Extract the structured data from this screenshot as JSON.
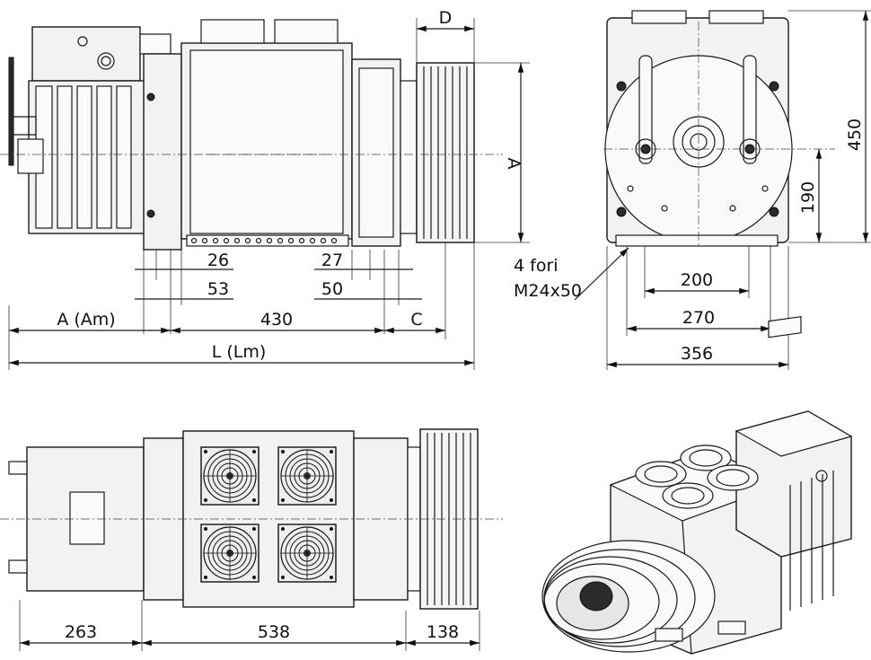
{
  "views": {
    "front": {
      "labels": {
        "d": "D",
        "a": "A",
        "d26": "26",
        "d27": "27",
        "d53": "53",
        "d50": "50",
        "am": "A (Am)",
        "d430": "430",
        "c": "C",
        "lm": "L (Lm)"
      }
    },
    "side": {
      "labels": {
        "d450": "450",
        "d190": "190",
        "holes_line1": "4 fori",
        "holes_line2": "M24x50",
        "d200": "200",
        "d270": "270",
        "d356": "356"
      }
    },
    "top": {
      "labels": {
        "d263": "263",
        "d538": "538",
        "d138": "138"
      }
    }
  }
}
